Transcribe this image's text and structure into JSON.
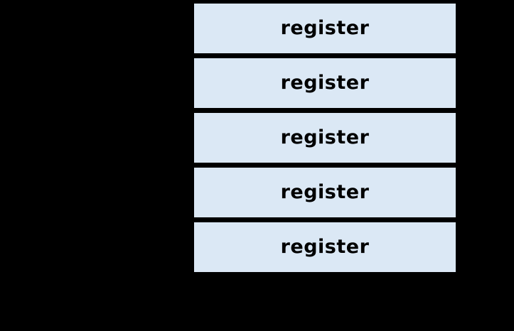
{
  "diagram": {
    "background_color": "#000000",
    "register_stack": {
      "fill_color": "#dbe8f5",
      "border_color": "#000000",
      "text_color": "#000000",
      "boxes": [
        {
          "label": "register"
        },
        {
          "label": "register"
        },
        {
          "label": "register"
        },
        {
          "label": "register"
        },
        {
          "label": "register"
        }
      ]
    }
  }
}
